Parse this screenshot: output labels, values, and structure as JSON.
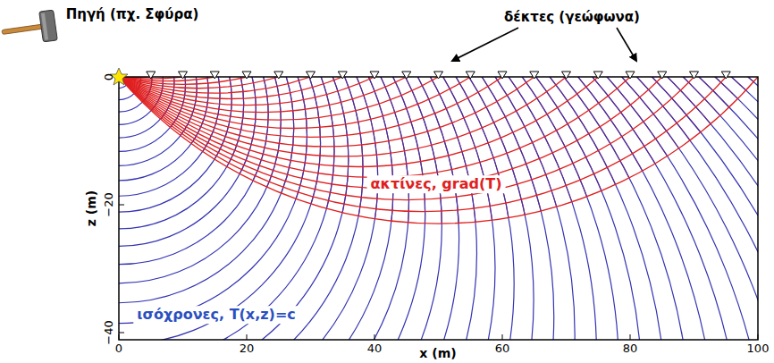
{
  "diagram": {
    "labels": [
      "Πηγή (πχ. Σφύρα)",
      "δέκτες (γεώφωνα)",
      "ακτίνες, grad(T)",
      "ισόχρονες, T(x,z)=c",
      "z (m)",
      "x (m)",
      "0",
      "20",
      "40",
      "60",
      "80",
      "100",
      "0",
      "−20",
      "−40"
    ]
  }
}
